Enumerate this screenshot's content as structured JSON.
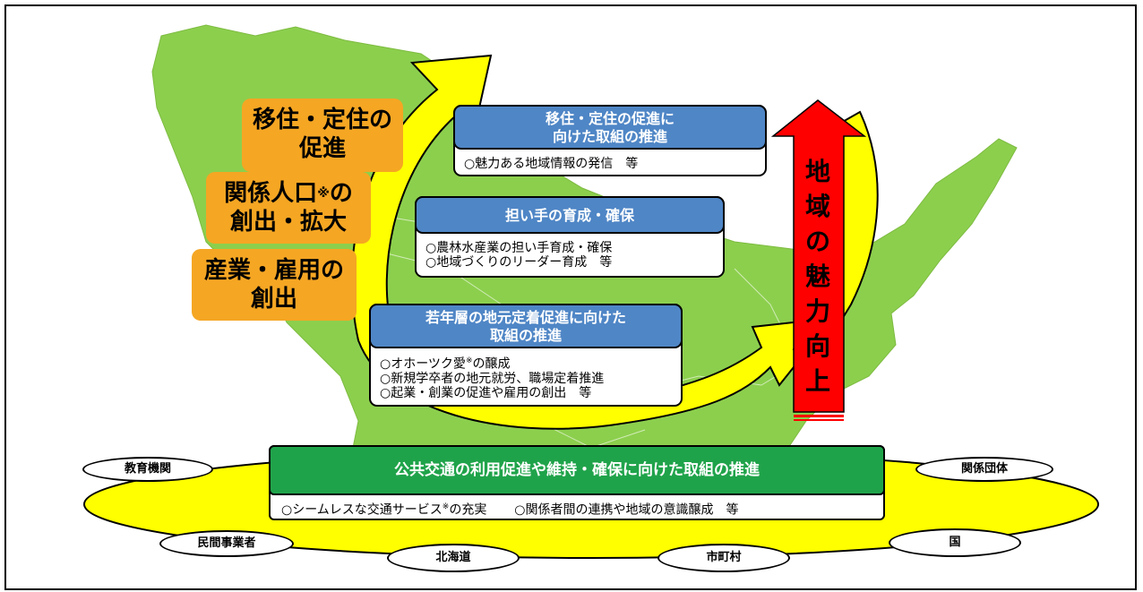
{
  "goals": [
    {
      "lines": [
        "移住・定住の",
        "促進"
      ]
    },
    {
      "lines": [
        "関係人口",
        "創出・拡大"
      ],
      "mark": "※",
      "tail": "の"
    },
    {
      "lines": [
        "産業・雇用の",
        "創出"
      ]
    }
  ],
  "cards": [
    {
      "title": [
        "移住・定住の促進に",
        "向けた取組の推進"
      ],
      "items": [
        "○魅力ある地域情報の発信　等"
      ]
    },
    {
      "title": [
        "担い手の育成・確保"
      ],
      "items": [
        "○農林水産業の担い手育成・確保",
        "○地域づくりのリーダー育成　等"
      ]
    },
    {
      "title": [
        "若年層の地元定着促進に向けた",
        "取組の推進"
      ],
      "items": [
        "○オホーツク愛",
        "○新規学卒者の地元就労、職場定着推進",
        "○起業・創業の促進や雇用の創出　等"
      ],
      "item0_mark": "※",
      "item0_tail": "の醸成"
    }
  ],
  "vertical_text": [
    "地",
    "域",
    "の",
    "魅",
    "力",
    "向",
    "上"
  ],
  "transport": {
    "title": "公共交通の利用促進や維持・確保に向けた取組の推進",
    "item_a": "○シームレスな交通サービス",
    "item_a_mark": "※",
    "item_a_tail": "の充実",
    "item_b": "○関係者間の連携や地域の意識醸成　等"
  },
  "stakeholders": {
    "education": "教育機関",
    "groups": "関係団体",
    "private": "民間事業者",
    "hokkaido": "北海道",
    "municipalities": "市町村",
    "national": "国"
  },
  "colors": {
    "map_green": "#8ccf4d",
    "arrow_yellow": "#ffff00",
    "goal_orange": "#f5a623",
    "card_blue": "#4f86c6",
    "transport_green": "#1fa34a",
    "up_arrow_red": "#ff0000"
  }
}
